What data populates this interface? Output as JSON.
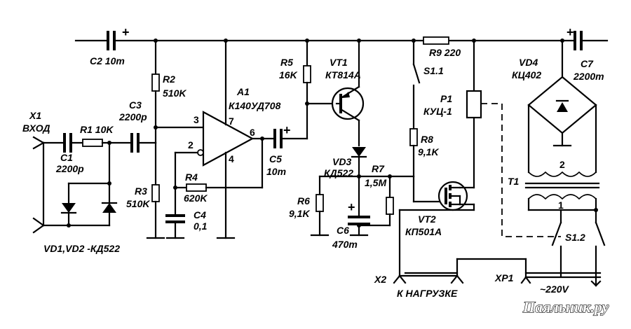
{
  "labels": {
    "x1": "X1",
    "x1_sub": "ВХОД",
    "r1": "R1 10K",
    "c1": "C1",
    "c1_val": "2200p",
    "c2": "C2 10m",
    "c3": "C3",
    "c3_val": "2200p",
    "r2": "R2",
    "r2_val": "510K",
    "r3": "R3",
    "r3_val": "510K",
    "r4": "R4",
    "r4_val": "620K",
    "c4": "C4",
    "c4_val": "0,1",
    "a1": "A1",
    "a1_val": "К140УД708",
    "pin2": "2",
    "pin3": "3",
    "pin4": "4",
    "pin6": "6",
    "pin7": "7",
    "c5": "C5",
    "c5_val": "10m",
    "r5": "R5",
    "r5_val": "16K",
    "vt1": "VT1",
    "vt1_val": "КТ814А",
    "vd3": "VD3",
    "vd3_val": "КД522",
    "r6": "R6",
    "r6_val": "9,1K",
    "r7": "R7",
    "r7_val": "1,5M",
    "c6": "C6",
    "c6_val": "470m",
    "r8": "R8",
    "r8_val": "9,1K",
    "s11": "S1.1",
    "p1": "P1",
    "p1_val": "КУЦ-1",
    "vt2": "VT2",
    "vt2_val": "КП501А",
    "r9": "R9 220",
    "vd4": "VD4",
    "vd4_val": "КЦ402",
    "c7": "C7",
    "c7_val": "2200m",
    "t1": "T1",
    "winding1": "1",
    "winding2": "2",
    "s12": "S1.2",
    "vd12": "VD1,VD2 -КД522",
    "x2": "X2",
    "x2_sub": "К НАГРУЗКЕ",
    "xp1": "XP1",
    "xp1_sub": "~220V",
    "plus": "+"
  },
  "watermark": "Паяльник.ру"
}
